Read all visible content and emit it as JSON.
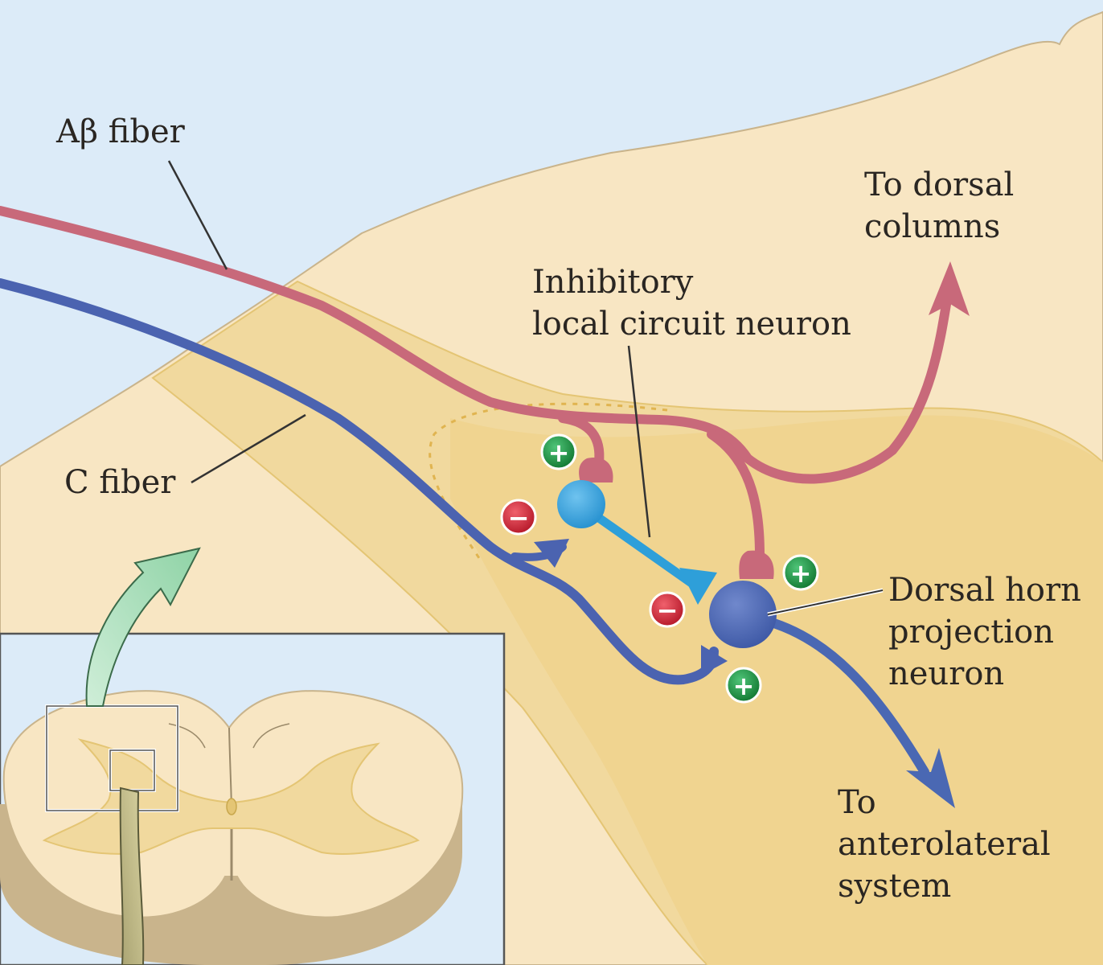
{
  "labels": {
    "abeta_fiber": "Aβ fiber",
    "c_fiber": "C fiber",
    "to_dorsal_columns": [
      "To dorsal",
      "columns"
    ],
    "inhibitory_neuron": [
      "Inhibitory",
      "local circuit neuron"
    ],
    "projection_neuron": [
      "Dorsal horn",
      "projection",
      "neuron"
    ],
    "to_anterolateral": [
      "To",
      "anterolateral",
      "system"
    ]
  },
  "synapse_signs": [
    "+",
    "−",
    "+",
    "−",
    "+"
  ],
  "colors": {
    "background": "#dcebf8",
    "tissue_light": "#f8e6c3",
    "tissue_mid": "#f0d48f",
    "abeta_fiber": "#c8697a",
    "c_fiber": "#4b63b0",
    "inhibitory_neuron": "#2e9fd9",
    "projection_neuron": "#4a68b3",
    "excitatory_badge": "#1e9a47",
    "inhibitory_badge": "#d42a3c",
    "pointer_arrow": "#a8dcb6"
  }
}
